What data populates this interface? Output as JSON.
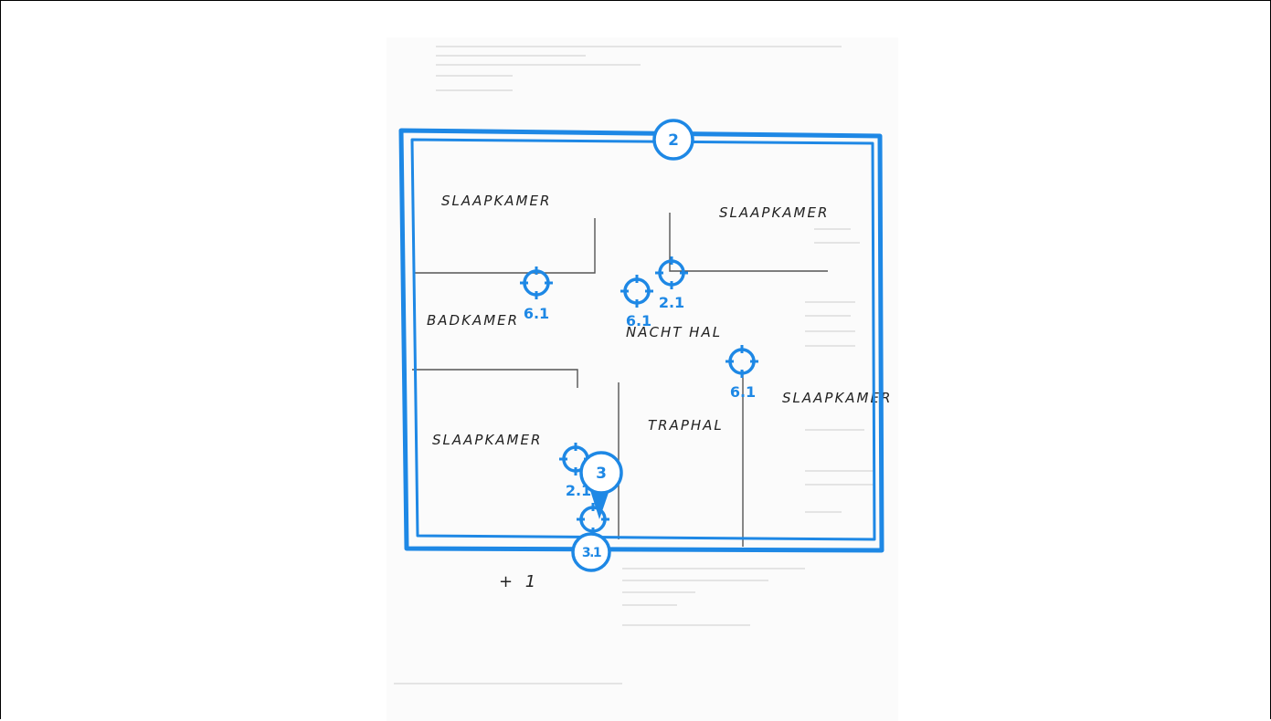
{
  "plan": {
    "rooms": {
      "bedroom_top_left": "SLAAPKAMER",
      "bedroom_top_right": "SLAAPKAMER",
      "bathroom": "BADKAMER",
      "night_hall": "NACHT HAL",
      "bedroom_right": "SLAAPKAMER",
      "stair_hall": "TRAPHAL",
      "bedroom_bottom_left": "SLAAPKAMER"
    },
    "floor_label": "+ 1"
  },
  "markers": {
    "m1": "6.1",
    "m2": "6.1",
    "m3": "2.1",
    "m4": "6.1",
    "m5": "2.1",
    "m6": "3.1"
  },
  "badges": {
    "area": "2",
    "pin": "3"
  },
  "colors": {
    "annotation": "#1e88e5",
    "plan_line": "#555555"
  }
}
